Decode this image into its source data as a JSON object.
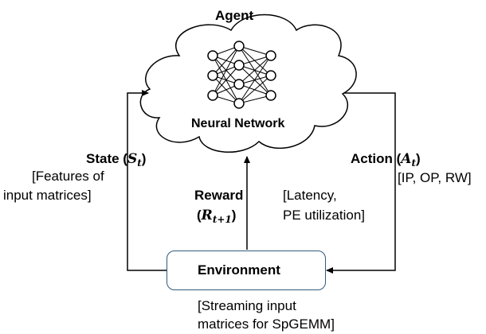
{
  "agent": {
    "label": "Agent",
    "network_label": "Neural Network"
  },
  "state": {
    "label": "State (",
    "symbol": "S",
    "sub": "t",
    "close": ")",
    "detail_line1": "[Features of",
    "detail_line2": "input matrices]"
  },
  "action": {
    "label": "Action (",
    "symbol": "A",
    "sub": "t",
    "close": ")",
    "detail": "[IP, OP, RW]"
  },
  "reward": {
    "label": "Reward",
    "symbol_open": "(",
    "symbol": "R",
    "sub": "t+1",
    "close": ")",
    "detail_line1": "[Latency,",
    "detail_line2": "PE utilization]"
  },
  "environment": {
    "label": "Environment",
    "detail_line1": "[Streaming input",
    "detail_line2": "matrices for SpGEMM]"
  },
  "colors": {
    "line": "#000000",
    "env_border": "#2f5b7a"
  }
}
